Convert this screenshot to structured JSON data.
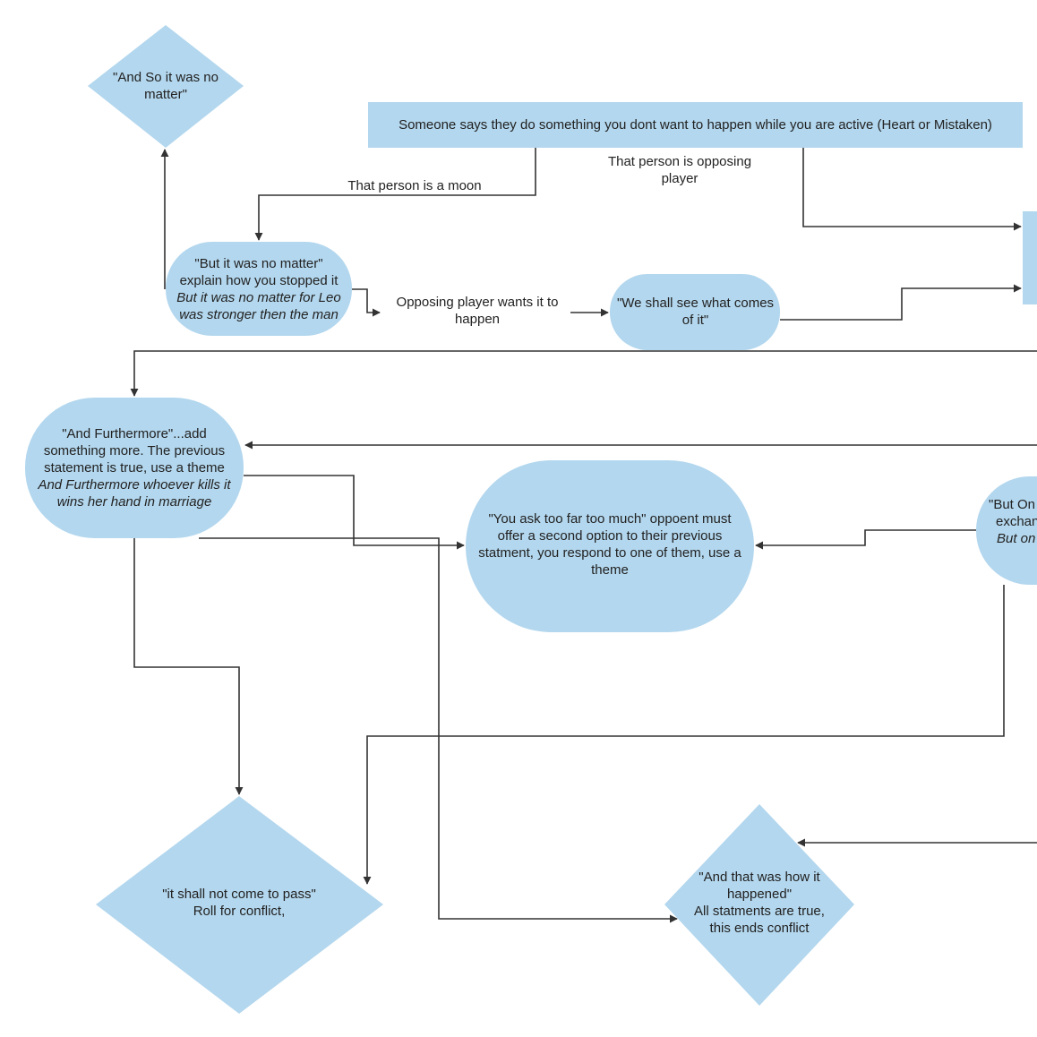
{
  "colors": {
    "node_fill": "#b3d7ee",
    "edge": "#333333",
    "text": "#222222"
  },
  "nodes": {
    "and_so_no_matter": {
      "text": "\"And So it was no matter\""
    },
    "trigger": {
      "text": "Someone says they do something you dont want to happen while you are active (Heart or Mistaken)"
    },
    "but_no_matter": {
      "line1": "\"But it was no matter\"",
      "line2": "explain how you stopped it",
      "example": "But it was no matter for Leo was stronger then the man"
    },
    "we_shall_see": {
      "text": "\"We shall see what comes of it\""
    },
    "and_furthermore": {
      "line1": "\"And Furthermore\"...add something more. The previous statement is true, use a theme",
      "example": "And Furthermore whoever kills it wins her hand in marriage"
    },
    "ask_too_far": {
      "text": "\"You ask too far too much\" oppoent must offer a second option to their previous statment, you respond to one of them, use a theme"
    },
    "but_only": {
      "line1": "\"But On",
      "line2": "exchan",
      "example": "But on"
    },
    "shall_not_pass": {
      "line1": "\"it shall not come to pass\"",
      "line2": "Roll for conflict,"
    },
    "how_it_happened": {
      "line1": "\"And that was how it happened\"",
      "line2": "All statments are true, this ends conflict"
    }
  },
  "edge_labels": {
    "moon": "That person is a moon",
    "opposing": "That person is opposing player",
    "wants": "Opposing player wants it to happen"
  }
}
